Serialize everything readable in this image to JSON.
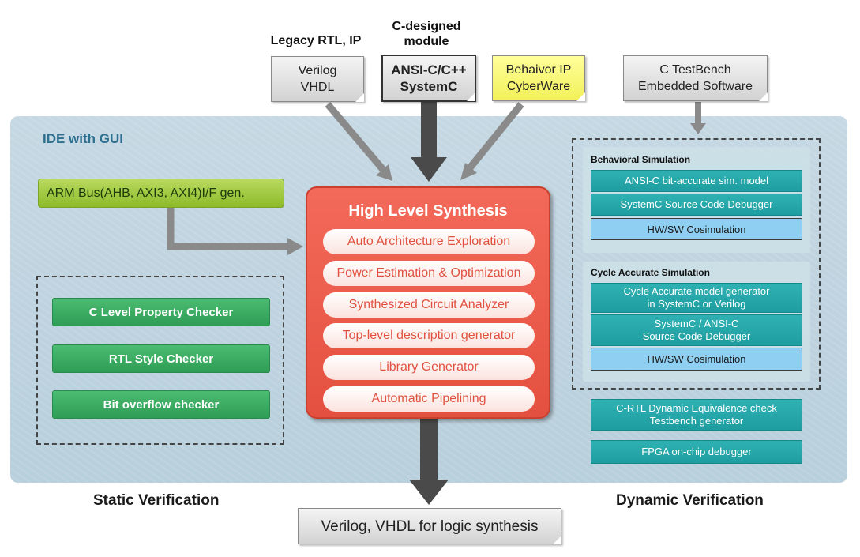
{
  "inputs": {
    "legacy_label": "Legacy RTL, IP",
    "legacy_box": [
      "Verilog",
      "VHDL"
    ],
    "cmodule_label": [
      "C-designed",
      "module"
    ],
    "cmodule_box": [
      "ANSI-C/C++",
      "SystemC"
    ],
    "behavior_box": [
      "Behaivor IP",
      "CyberWare"
    ],
    "testbench_box": [
      "C TestBench",
      "Embedded Software"
    ]
  },
  "ide": {
    "title": "IDE with GUI"
  },
  "arm_bus": "ARM Bus(AHB, AXI3, AXI4)I/F gen.",
  "static_checks": [
    "C Level Property Checker",
    "RTL Style Checker",
    "Bit overflow checker"
  ],
  "hls": {
    "title": "High Level Synthesis",
    "items": [
      "Auto Architecture Exploration",
      "Power Estimation & Optimization",
      "Synthesized Circuit Analyzer",
      "Top-level description generator",
      "Library Generator",
      "Automatic Pipelining"
    ]
  },
  "behavioral_sim": {
    "title": "Behavioral Simulation",
    "items": [
      "ANSI-C bit-accurate sim. model",
      "SystemC Source Code Debugger",
      "HW/SW Cosimulation"
    ]
  },
  "cycle_sim": {
    "title": "Cycle Accurate Simulation",
    "items": [
      [
        "Cycle Accurate model  generator",
        "in SystemC or Verilog"
      ],
      [
        "SystemC / ANSI-C",
        "Source Code Debugger"
      ],
      [
        "HW/SW Cosimulation"
      ]
    ]
  },
  "extra_tools": [
    [
      "C-RTL Dynamic Equivalence check",
      "Testbench generator"
    ],
    [
      "FPGA on-chip debugger"
    ]
  ],
  "labels": {
    "static": "Static Verification",
    "dynamic": "Dynamic Verification"
  },
  "output": "Verilog, VHDL for logic synthesis",
  "colors": {
    "hls": "#e85a48",
    "arm_bus": "#9cc63c",
    "static_green": "#38a860",
    "teal": "#25a5a8",
    "cosim_blue": "#8fd0f2",
    "ide_panel": "#bfd3df"
  }
}
